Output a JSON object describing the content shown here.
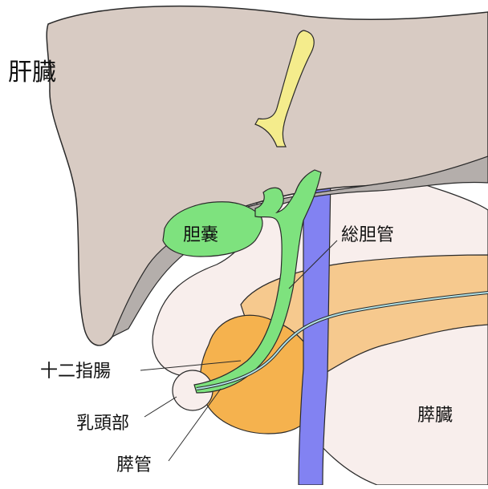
{
  "labels": {
    "liver": "肝臓",
    "gallbladder": "胆嚢",
    "common_bile_duct": "総胆管",
    "duodenum": "十二指腸",
    "papilla": "乳頭部",
    "pancreas": "膵臓",
    "pancreatic_duct": "膵管"
  },
  "colors": {
    "liver": "#d8cbc3",
    "liver_underside": "#b4aeab",
    "fissure": "#f4ec8c",
    "gallbladder_duct": "#7ee27e",
    "vein": "#8282f2",
    "pancreas": "#f6c98e",
    "pancreas_head": "#f5b24e",
    "duodenum": "#f8eeec",
    "pancreatic_duct": "#b0e0e4",
    "outline": "#2a2a2a"
  }
}
